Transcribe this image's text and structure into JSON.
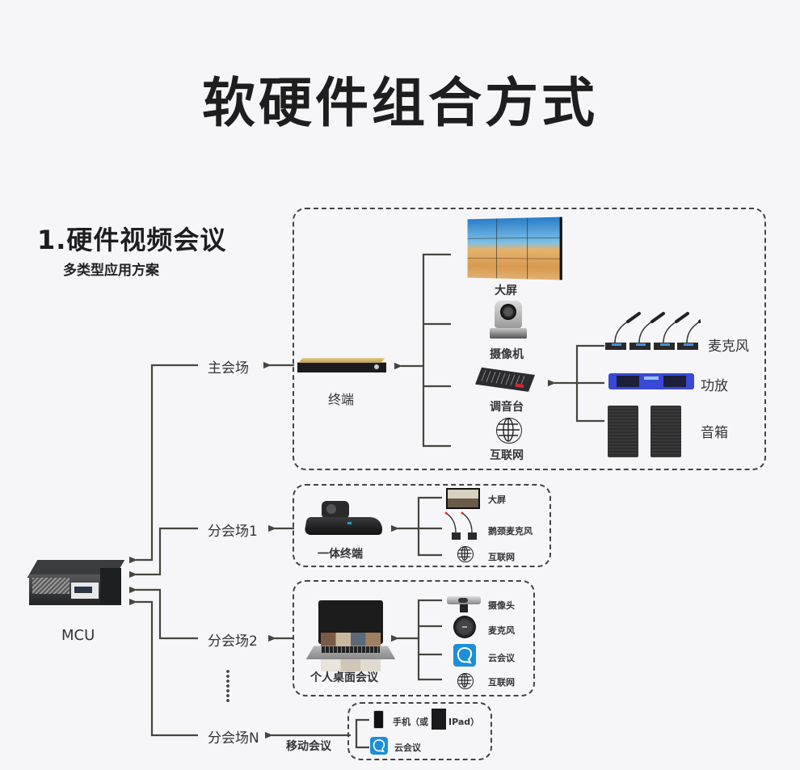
{
  "title": "软硬件组合方式",
  "section": {
    "title": "1.硬件视频会议",
    "subtitle": "多类型应用方案"
  },
  "mcu": {
    "label": "MCU"
  },
  "sites": {
    "main": "主会场",
    "branch1": "分会场1",
    "branch2": "分会场2",
    "ellipsis": "⋮",
    "branchN": "分会场N"
  },
  "main_site": {
    "terminal": "终端",
    "devices": [
      "大屏",
      "摄像机",
      "调音台",
      "互联网"
    ],
    "audio": [
      "麦克风",
      "功放",
      "音箱"
    ]
  },
  "branch1_site": {
    "terminal": "一体终端",
    "devices": [
      "大屏",
      "鹅颈麦克风",
      "互联网"
    ]
  },
  "branch2_site": {
    "terminal": "个人桌面会议",
    "devices": [
      "摄像头",
      "麦克风",
      "云会议",
      "互联网"
    ]
  },
  "branchN_site": {
    "terminal": "移动会议",
    "phone": "手机（或",
    "ipad": "IPad）",
    "cloud": "云会议"
  },
  "colors": {
    "line": "#44473f",
    "title": "#1e1e1e",
    "cloud_blue": "#1b8fd8",
    "amp_blue": "#3a48d6",
    "terminal_gold": "#c9aa5a"
  }
}
